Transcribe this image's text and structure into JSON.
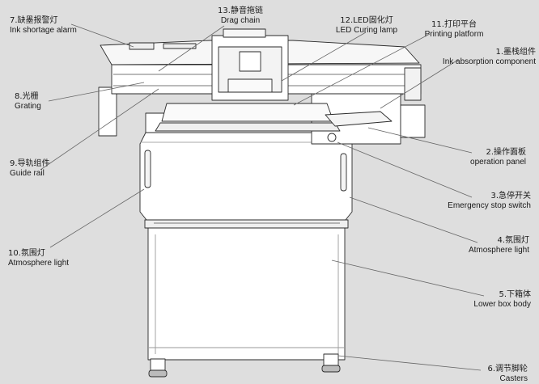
{
  "callouts": [
    {
      "id": "ink-shortage-alarm",
      "zh": "7.缺墨报警灯",
      "en": "Ink shortage alarm"
    },
    {
      "id": "drag-chain",
      "zh": "13.静音拖链",
      "en": "Drag chain"
    },
    {
      "id": "led-curing-lamp",
      "zh": "12.LED固化灯",
      "en": "LED  Curing lamp"
    },
    {
      "id": "printing-platform",
      "zh": "11.打印平台",
      "en": "Printing platform"
    },
    {
      "id": "ink-absorption-component",
      "zh": "1.墨栈组件",
      "en": "Ink absorption component"
    },
    {
      "id": "grating",
      "zh": "8.光栅",
      "en": "Grating"
    },
    {
      "id": "operation-panel",
      "zh": "2.操作面板",
      "en": "operation panel"
    },
    {
      "id": "guide-rail",
      "zh": "9.导轨组件",
      "en": "Guide rail"
    },
    {
      "id": "emergency-stop-switch",
      "zh": "3.急停开关",
      "en": "Emergency stop switch"
    },
    {
      "id": "atmosphere-light-right",
      "zh": "4.氛围灯",
      "en": "Atmosphere light"
    },
    {
      "id": "atmosphere-light-left",
      "zh": "10.氛围灯",
      "en": "Atmosphere light"
    },
    {
      "id": "lower-box-body",
      "zh": "5.下箱体",
      "en": "Lower box body"
    },
    {
      "id": "casters",
      "zh": "6.调节脚轮",
      "en": "Casters"
    }
  ]
}
